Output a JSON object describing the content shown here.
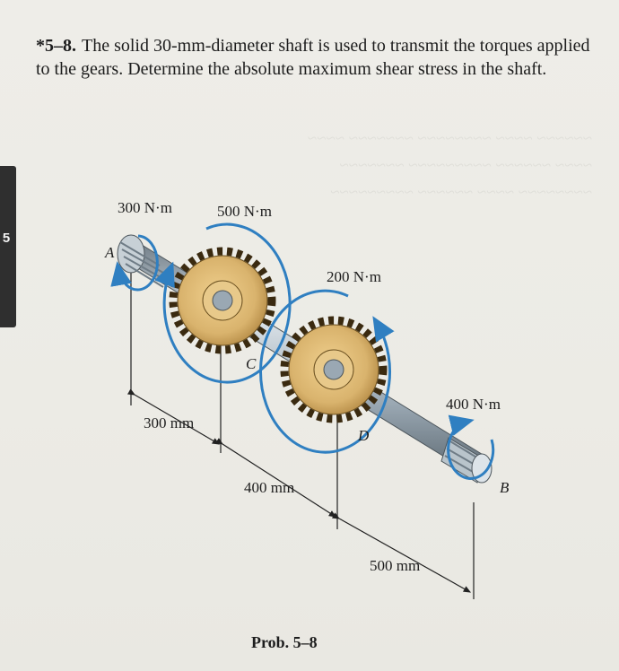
{
  "side_tab": {
    "number": "5"
  },
  "problem": {
    "number": "*5–8.",
    "statement": "The solid 30-mm-diameter shaft is used to transmit the torques applied to the gears. Determine the absolute maximum shear stress in the shaft."
  },
  "figure": {
    "torques": {
      "a": "300 N·m",
      "c": "500 N·m",
      "d": "200 N·m",
      "b": "400 N·m"
    },
    "points": {
      "a": "A",
      "b": "B",
      "c": "C",
      "d": "D"
    },
    "dimensions": {
      "ac": "300 mm",
      "cd": "400 mm",
      "db": "500 mm"
    },
    "colors": {
      "shaft": "#9aa8b3",
      "gear": "#d9b36d",
      "arrow": "#2f7fc1"
    }
  },
  "caption": "Prob. 5–8"
}
